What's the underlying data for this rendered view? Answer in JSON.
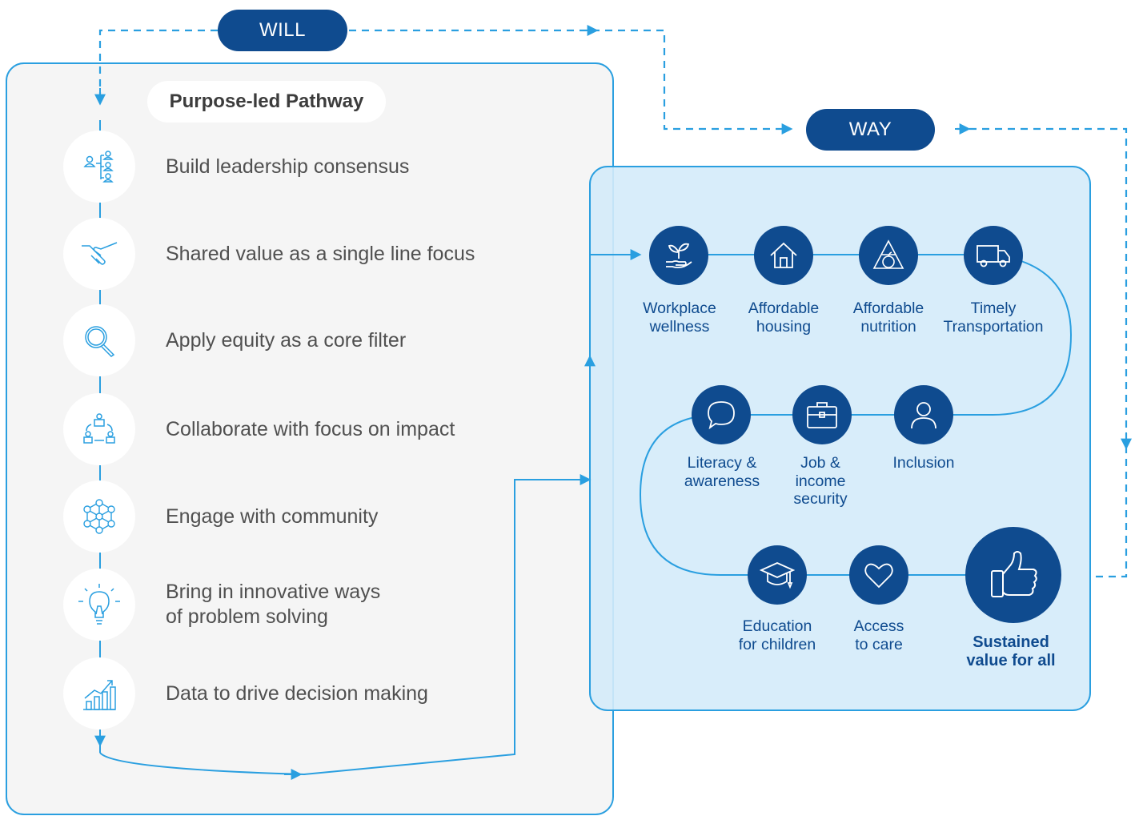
{
  "will": {
    "label": "WILL"
  },
  "way": {
    "label": "WAY"
  },
  "pathway": {
    "title": "Purpose-led Pathway",
    "steps": [
      {
        "label": "Build leadership consensus",
        "icon": "leadership-org-icon"
      },
      {
        "label": "Shared value as a single line focus",
        "icon": "handshake-icon"
      },
      {
        "label": "Apply equity as a core filter",
        "icon": "magnifier-icon"
      },
      {
        "label": "Collaborate with focus on impact",
        "icon": "collaboration-cycle-icon"
      },
      {
        "label": "Engage with community",
        "icon": "network-icon"
      },
      {
        "label": "Bring in innovative ways\nof problem solving",
        "icon": "lightbulb-icon"
      },
      {
        "label": "Data to drive decision making",
        "icon": "growth-chart-icon"
      }
    ]
  },
  "way_nodes": [
    {
      "label": "Workplace\nwellness",
      "icon": "plant-in-hand-icon"
    },
    {
      "label": "Affordable\nhousing",
      "icon": "house-icon"
    },
    {
      "label": "Affordable\nnutrition",
      "icon": "food-pyramid-icon"
    },
    {
      "label": "Timely\nTransportation",
      "icon": "truck-icon"
    },
    {
      "label": "Literacy &\nawareness",
      "icon": "speech-bubble-icon"
    },
    {
      "label": "Job &\nincome\nsecurity",
      "icon": "briefcase-icon"
    },
    {
      "label": "Inclusion",
      "icon": "person-icon"
    },
    {
      "label": "Education\nfor children",
      "icon": "graduation-cap-icon"
    },
    {
      "label": "Access\nto care",
      "icon": "heart-icon"
    }
  ],
  "outcome": {
    "label": "Sustained\nvalue for all",
    "icon": "thumbs-up-icon"
  },
  "colors": {
    "navy": "#0f4b8f",
    "line": "#2a9fe0",
    "panel_grey": "#f5f5f5",
    "panel_blue": "#d4ebfa",
    "step_text": "#505050"
  }
}
